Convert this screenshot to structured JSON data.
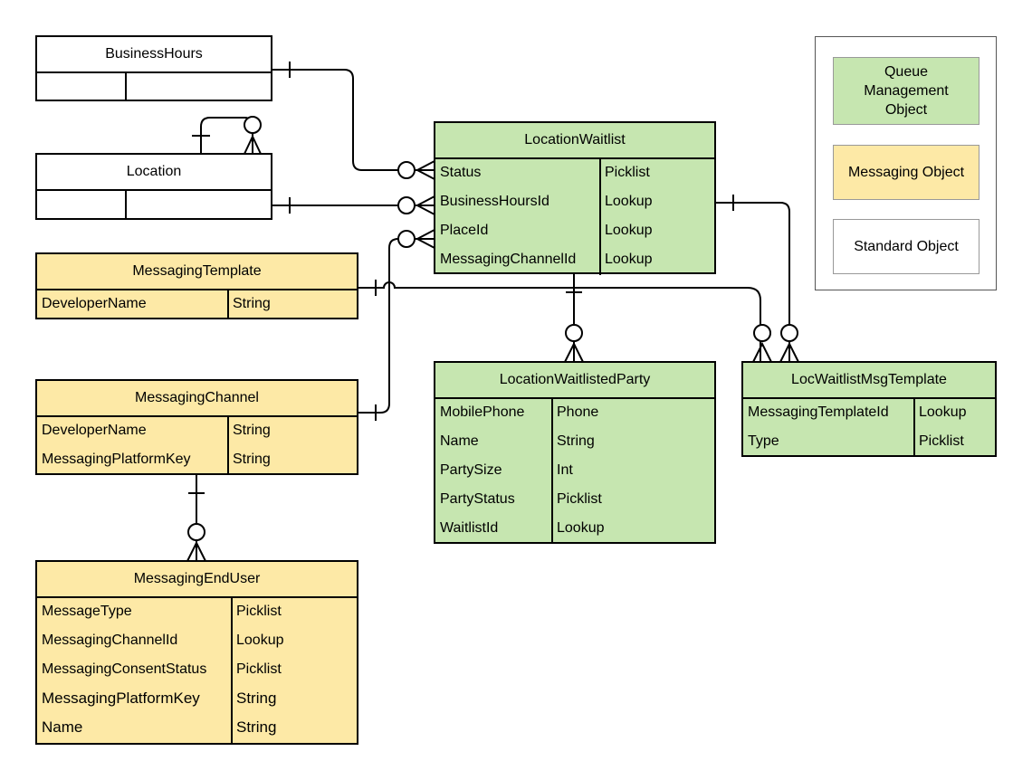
{
  "entities": {
    "business_hours": {
      "name": "BusinessHours"
    },
    "location": {
      "name": "Location"
    },
    "location_waitlist": {
      "name": "LocationWaitlist",
      "fields": [
        {
          "name": "Status",
          "type": "Picklist"
        },
        {
          "name": "BusinessHoursId",
          "type": "Lookup"
        },
        {
          "name": "PlaceId",
          "type": "Lookup"
        },
        {
          "name": "MessagingChannelId",
          "type": "Lookup"
        }
      ]
    },
    "messaging_template": {
      "name": "MessagingTemplate",
      "fields": [
        {
          "name": "DeveloperName",
          "type": "String"
        }
      ]
    },
    "messaging_channel": {
      "name": "MessagingChannel",
      "fields": [
        {
          "name": "DeveloperName",
          "type": "String"
        },
        {
          "name": "MessagingPlatformKey",
          "type": "String"
        }
      ]
    },
    "location_waitlisted_party": {
      "name": "LocationWaitlistedParty",
      "fields": [
        {
          "name": "MobilePhone",
          "type": "Phone"
        },
        {
          "name": "Name",
          "type": "String"
        },
        {
          "name": "PartySize",
          "type": "Int"
        },
        {
          "name": "PartyStatus",
          "type": "Picklist"
        },
        {
          "name": "WaitlistId",
          "type": "Lookup"
        }
      ]
    },
    "loc_waitlist_msg_template": {
      "name": "LocWaitlistMsgTemplate",
      "fields": [
        {
          "name": "MessagingTemplateId",
          "type": "Lookup"
        },
        {
          "name": "Type",
          "type": "Picklist"
        }
      ]
    },
    "messaging_end_user": {
      "name": "MessagingEndUser",
      "fields": [
        {
          "name": "MessageType",
          "type": "Picklist"
        },
        {
          "name": "MessagingChannelId",
          "type": "Lookup"
        },
        {
          "name": "MessagingConsentStatus",
          "type": "Picklist"
        },
        {
          "name": "MessagingPlatformKey",
          "type": "String"
        },
        {
          "name": "Name",
          "type": "String"
        }
      ]
    }
  },
  "legend": {
    "queue_management": "Queue\nManagement\nObject",
    "messaging": "Messaging Object",
    "standard": "Standard Object"
  },
  "colors": {
    "queue_management": "#c6e6b0",
    "messaging": "#fde9a6",
    "standard": "#ffffff"
  },
  "relationships": [
    {
      "from": "BusinessHours",
      "to": "LocationWaitlist",
      "cardinality": "one-to-zero-or-many"
    },
    {
      "from": "Location",
      "to": "LocationWaitlist",
      "cardinality": "one-to-zero-or-many"
    },
    {
      "from": "Location",
      "to": "Location",
      "cardinality": "one-to-zero-or-many"
    },
    {
      "from": "MessagingChannel",
      "to": "LocationWaitlist",
      "cardinality": "one-to-zero-or-many"
    },
    {
      "from": "MessagingTemplate",
      "to": "LocWaitlistMsgTemplate",
      "cardinality": "one-to-zero-or-many"
    },
    {
      "from": "LocationWaitlist",
      "to": "LocWaitlistMsgTemplate",
      "cardinality": "one-to-zero-or-many"
    },
    {
      "from": "LocationWaitlist",
      "to": "LocationWaitlistedParty",
      "cardinality": "one-to-zero-or-many"
    },
    {
      "from": "MessagingChannel",
      "to": "MessagingEndUser",
      "cardinality": "one-to-zero-or-many"
    }
  ]
}
